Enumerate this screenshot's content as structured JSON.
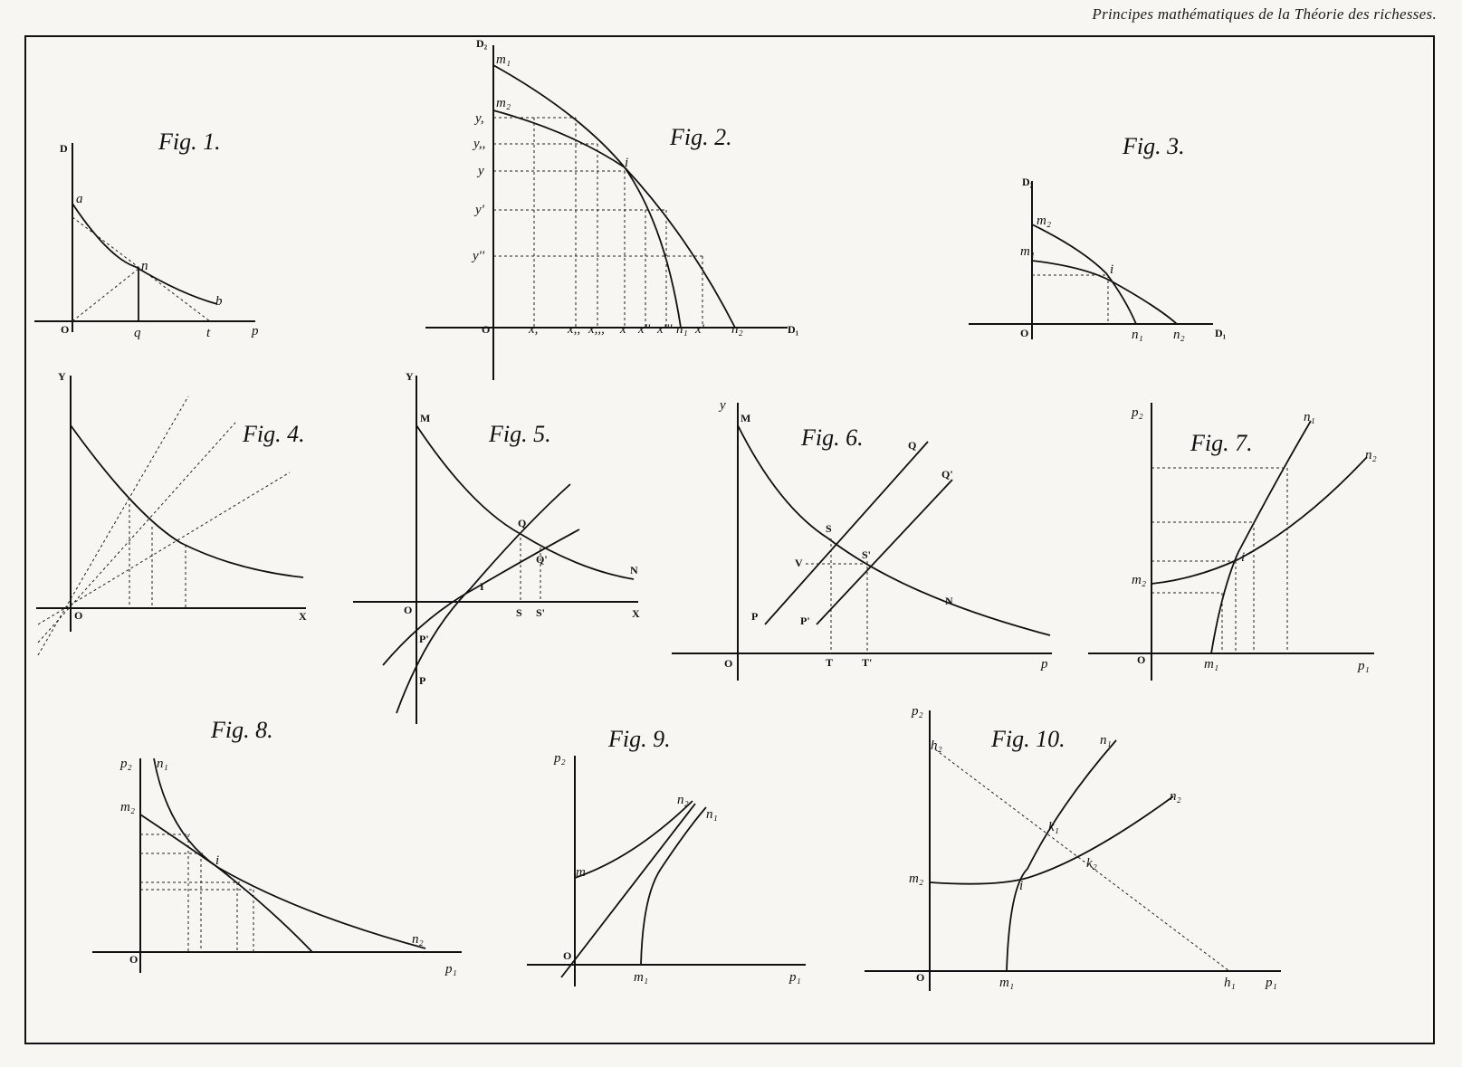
{
  "header": {
    "title": "Principes mathématiques de la Théorie des richesses."
  },
  "figures": {
    "fig1": {
      "title": "Fig. 1.",
      "labels": {
        "D": "D",
        "a": "a",
        "n": "n",
        "b": "b",
        "O": "O",
        "q": "q",
        "t": "t",
        "p": "p"
      }
    },
    "fig2": {
      "title": "Fig. 2.",
      "labels": {
        "D2": "D₂",
        "m1": "m₁",
        "m2": "m₂",
        "y1": "y,",
        "y11": "y,,",
        "y": "y",
        "yp": "y'",
        "ypp": "y''",
        "i": "i",
        "O": "O",
        "D1": "D₁",
        "n1": "n₁",
        "n2": "n₂"
      },
      "x_ticks": [
        "x,",
        "x,,",
        "x,,,",
        "x",
        "x''",
        "x'''",
        "x'"
      ]
    },
    "fig3": {
      "title": "Fig. 3.",
      "labels": {
        "D2": "D₂",
        "m2": "m₂",
        "m1": "m₁",
        "i": "i",
        "O": "O",
        "n1": "n₁",
        "n2": "n₂",
        "D1": "D₁"
      }
    },
    "fig4": {
      "title": "Fig. 4.",
      "labels": {
        "Y": "Y",
        "O": "O",
        "X": "X"
      }
    },
    "fig5": {
      "title": "Fig. 5.",
      "labels": {
        "Y": "Y",
        "M": "M",
        "Q": "Q",
        "Qp": "Q'",
        "N": "N",
        "I": "I",
        "O": "O",
        "S": "S",
        "Sp": "S'",
        "X": "X",
        "Pp": "P'",
        "P": "P"
      }
    },
    "fig6": {
      "title": "Fig. 6.",
      "labels": {
        "y": "y",
        "M": "M",
        "Q": "Q",
        "Qp": "Q'",
        "S": "S",
        "Sp": "S'",
        "V": "V",
        "N": "N",
        "P": "P",
        "Pp": "P'",
        "O": "O",
        "T": "T",
        "Tp": "T'",
        "p": "p"
      }
    },
    "fig7": {
      "title": "Fig. 7.",
      "labels": {
        "p2": "p₂",
        "n1": "n₁",
        "n2": "n₂",
        "i": "i",
        "m2": "m₂",
        "O": "O",
        "m1": "m₁",
        "p1": "p₁"
      }
    },
    "fig8": {
      "title": "Fig. 8.",
      "labels": {
        "p2": "p₂",
        "n1": "n₁",
        "m2": "m₂",
        "i": "i",
        "n2": "n₂",
        "O": "O",
        "p1": "p₁"
      }
    },
    "fig9": {
      "title": "Fig. 9.",
      "labels": {
        "p2": "p₂",
        "n2": "n₂",
        "n1": "n₁",
        "m": "m",
        "O": "O",
        "m1": "m₁",
        "p1": "p₁"
      }
    },
    "fig10": {
      "title": "Fig. 10.",
      "labels": {
        "p2": "p₂",
        "h2": "h₂",
        "n1": "n₁",
        "n2": "n₂",
        "k1": "k₁",
        "k2": "k₂",
        "m2": "m₂",
        "i": "i",
        "O": "O",
        "m1": "m₁",
        "h1": "h₁",
        "p1": "p₁"
      }
    }
  }
}
